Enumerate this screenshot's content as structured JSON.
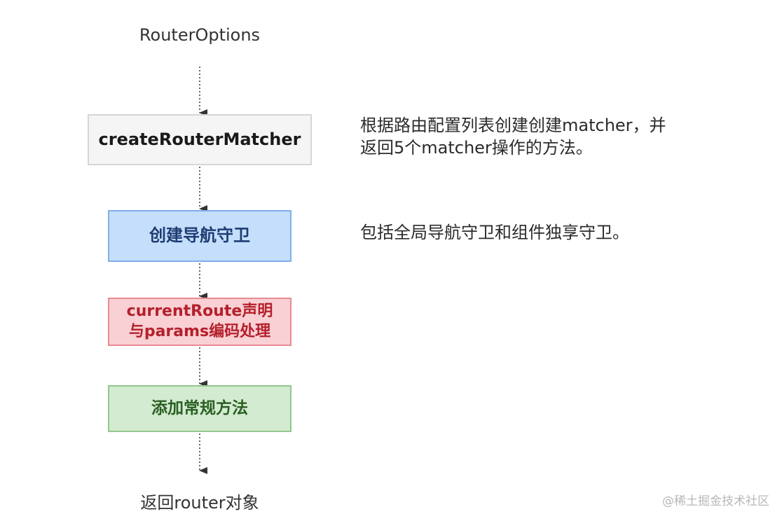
{
  "diagram": {
    "start": {
      "label": "RouterOptions"
    },
    "steps": [
      {
        "label": "createRouterMatcher"
      },
      {
        "label": "创建导航守卫"
      },
      {
        "label_line1": "currentRoute声明",
        "label_line2": "与params编码处理"
      },
      {
        "label": "添加常规方法"
      }
    ],
    "end": {
      "label": "返回router对象"
    },
    "notes": [
      {
        "line1": "根据路由配置列表创建创建matcher，并",
        "line2": "返回5个matcher操作的方法。"
      },
      {
        "line1": "包括全局导航守卫和组件独享守卫。"
      }
    ],
    "colors": {
      "matcher_fill": "#f5f5f5",
      "guards_fill": "#c5defb",
      "route_fill": "#f9d0d3",
      "methods_fill": "#d3ebd0",
      "arrow": "#333333"
    }
  },
  "watermark": "@稀土掘金技术社区"
}
